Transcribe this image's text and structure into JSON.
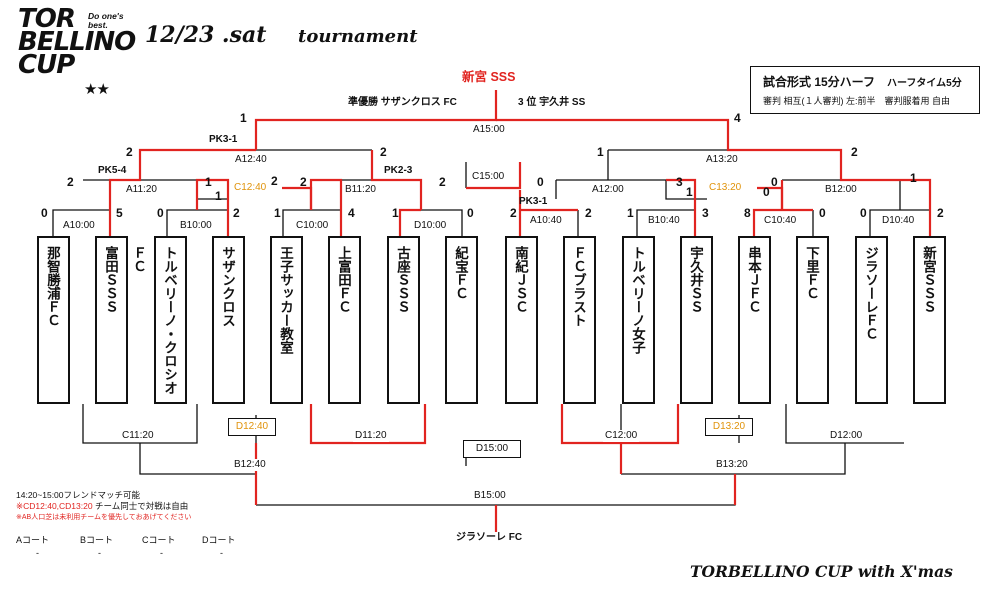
{
  "logo": {
    "lines": [
      "TOR",
      "BELLINO",
      "CUP"
    ],
    "tagline": "Do one's best.",
    "stars": "★★"
  },
  "header": {
    "date": "12/23 .sat",
    "subtitle": "tournament"
  },
  "format": {
    "title": "試合形式 15分ハーフ",
    "half_time": "ハーフタイム5分",
    "note": "審判 相互(１人審判) 左:前半　審判服着用 自由"
  },
  "results": {
    "champion": "新宮 SSS",
    "second": "準優勝 サザンクロス FC",
    "third": "3 位 宇久井 SS"
  },
  "teams": [
    "那智勝浦ＦＣ",
    "富田ＳＳＳ",
    "トルベリーノ・クロシオＦＣ",
    "サザンクロス",
    "王子サッカー教室",
    "上富田ＦＣ",
    "古座ＳＳＳ",
    "紀宝ＦＣ",
    "南紀ＪＳＣ",
    "ＦＣブラスト",
    "トルベリーノ女子",
    "宇久井ＳＳ",
    "串本ＪＦＣ",
    "下里ＦＣ",
    "ジラソーレＦＣ",
    "新宮ＳＳＳ"
  ],
  "matches": {
    "r1": [
      "A10:00",
      "B10:00",
      "C10:00",
      "D10:00",
      "A10:40",
      "B10:40",
      "C10:40",
      "D10:40"
    ],
    "r2": [
      "A11:20",
      "B11:20",
      "A12:00",
      "B12:00"
    ],
    "r3": [
      "A12:40",
      "A13:20"
    ],
    "final": "A15:00",
    "cons": [
      "C12:40",
      "C13:20",
      "C15:00"
    ],
    "bot1": [
      "C11:20",
      "D11:20",
      "C12:00",
      "D12:00"
    ],
    "bot2": [
      "B12:40",
      "B13:20"
    ],
    "bot3": "B15:00",
    "bot_single": [
      "D12:40",
      "D13:20",
      "D15:00"
    ]
  },
  "scores": {
    "r1": [
      "0",
      "5",
      "0",
      "2",
      "1",
      "4",
      "1",
      "0",
      "2",
      "2",
      "1",
      "3",
      "8",
      "0",
      "0",
      "2"
    ],
    "r2": [
      "2",
      "1",
      "2",
      "2",
      "0",
      "3",
      "0",
      "1"
    ],
    "r3": [
      "2",
      "2",
      "1",
      "2"
    ],
    "final": [
      "1",
      "4"
    ],
    "cons": [
      "2",
      "1",
      "1",
      "0"
    ]
  },
  "pk": [
    "PK3-1",
    "PK5-4",
    "PK2-3",
    "PK3-1"
  ],
  "friendly_winner": "ジラソーレ FC",
  "notes": {
    "line1": "14:20~15:00フレンドマッチ可能",
    "line2_red": "※CD12:40,CD13:20",
    "line2": " チーム同士で対戦は自由",
    "line3": "※AB人口芝は未利用チームを優先しておあげてください"
  },
  "courts": [
    {
      "label": "Aコート",
      "value": "-"
    },
    {
      "label": "Bコート",
      "value": "-"
    },
    {
      "label": "Cコート",
      "value": "-"
    },
    {
      "label": "Dコート",
      "value": "-"
    }
  ],
  "footer": "TORBELLINO CUP with X'mas",
  "colors": {
    "red": "#e12420",
    "orange": "#e0930b",
    "line": "#111111"
  }
}
